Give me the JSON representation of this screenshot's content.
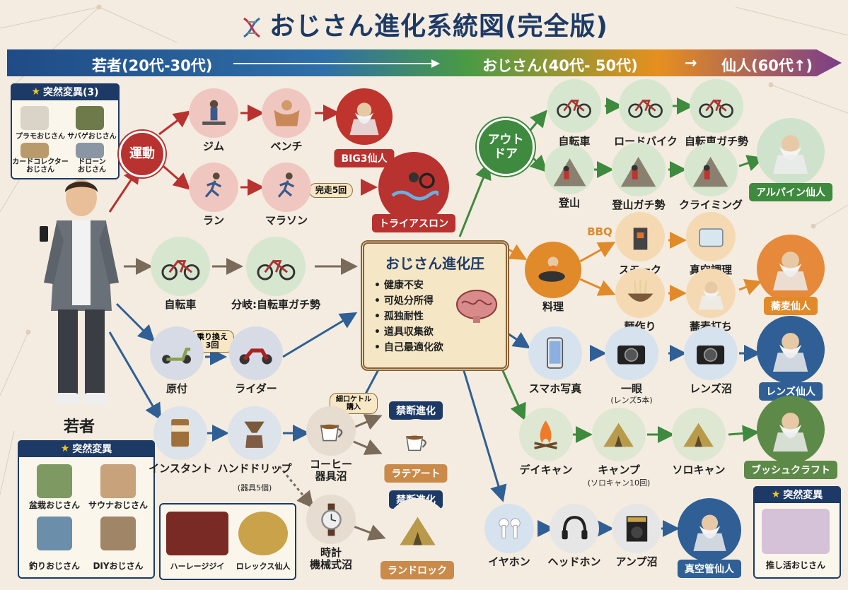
{
  "title": "おじさん進化系統図(完全版)",
  "icons": {
    "title": "dna-icon",
    "star": "star-icon",
    "brain": "brain-icon"
  },
  "colors": {
    "navy": "#1d3a66",
    "red": "#b8322f",
    "blue": "#2f5f95",
    "green": "#3e8a3e",
    "orange": "#e08a2a"
  },
  "timeline": {
    "young": "若者(20代-30代)",
    "middle": "おじさん(40代- 50代)",
    "arrow": "→",
    "sage": "仙人(60代↑)"
  },
  "young_man": {
    "label": "若者"
  },
  "hub": {
    "title": "おじさん進化圧",
    "items": [
      "健康不安",
      "可処分所得",
      "孤独耐性",
      "道具収集欲",
      "自己最適化欲"
    ]
  },
  "mutation_top_left": {
    "heading": "突然変異(3)",
    "items": [
      "プラモおじさん",
      "サバゲおじさん",
      "カードコレクター\nおじさん",
      "ドローン\nおじさん"
    ]
  },
  "mutation_bottom_left": {
    "heading": "突然変異",
    "items": [
      "盆栽おじさん",
      "サウナおじさん",
      "釣りおじさん",
      "DIYおじさん"
    ]
  },
  "bottom_box": {
    "items": [
      "ハーレージジイ",
      "ロレックス仙人"
    ]
  },
  "mutation_bottom_right": {
    "heading": "突然変異",
    "item": "推し活おじさん"
  },
  "forbidden": {
    "label": "禁断進化"
  },
  "tags": {
    "kansou": "完走5回",
    "norikae": "乗り換え\n3回",
    "kettle": "細口ケトル\n購入",
    "bbq": "BBQ"
  },
  "left": {
    "undou": "運動",
    "gym": "ジム",
    "bench": "ベンチ",
    "big3": "BIG3仙人",
    "run": "ラン",
    "marathon": "マラソン",
    "triathlon": "トライアスロン",
    "bike": "自転車",
    "bike_branch": "分岐:自転車ガチ勢",
    "gentsuki": "原付",
    "rider": "ライダー",
    "instant": "インスタント",
    "handdrip": "ハンドドリップ",
    "handdrip_sub": "(器具5個)",
    "coffee": "コーヒー\n器具沼",
    "latte": "ラテアート",
    "watch": "時計\n機械式沼",
    "landlock": "ランドロック"
  },
  "right": {
    "outdoor": "アウト\nドア",
    "bike": "自転車",
    "roadbike": "ロードバイク",
    "bikegachi": "自転車ガチ勢",
    "tozan": "登山",
    "tozangachi": "登山ガチ勢",
    "climbing": "クライミング",
    "alpine": "アルパイン仙人",
    "ryouri": "料理",
    "smoke": "スモーク",
    "shinku_chouri": "真空調理",
    "menzukuri": "麺作り",
    "sobauchi": "蕎麦打ち",
    "soba_sennin": "蕎麦仙人",
    "smartphone": "スマホ写真",
    "ichigan": "一眼",
    "ichigan_sub": "(レンズ5本)",
    "lens_numa": "レンズ沼",
    "lens_sennin": "レンズ仙人",
    "daycamp": "デイキャン",
    "camp": "キャンプ",
    "camp_sub": "(ソロキャン10回)",
    "solocamp": "ソロキャン",
    "bushcraft": "ブッシュクラフト",
    "earphone": "イヤホン",
    "headphone": "ヘッドホン",
    "amp": "アンプ沼",
    "tube_sennin": "真空管仙人"
  }
}
